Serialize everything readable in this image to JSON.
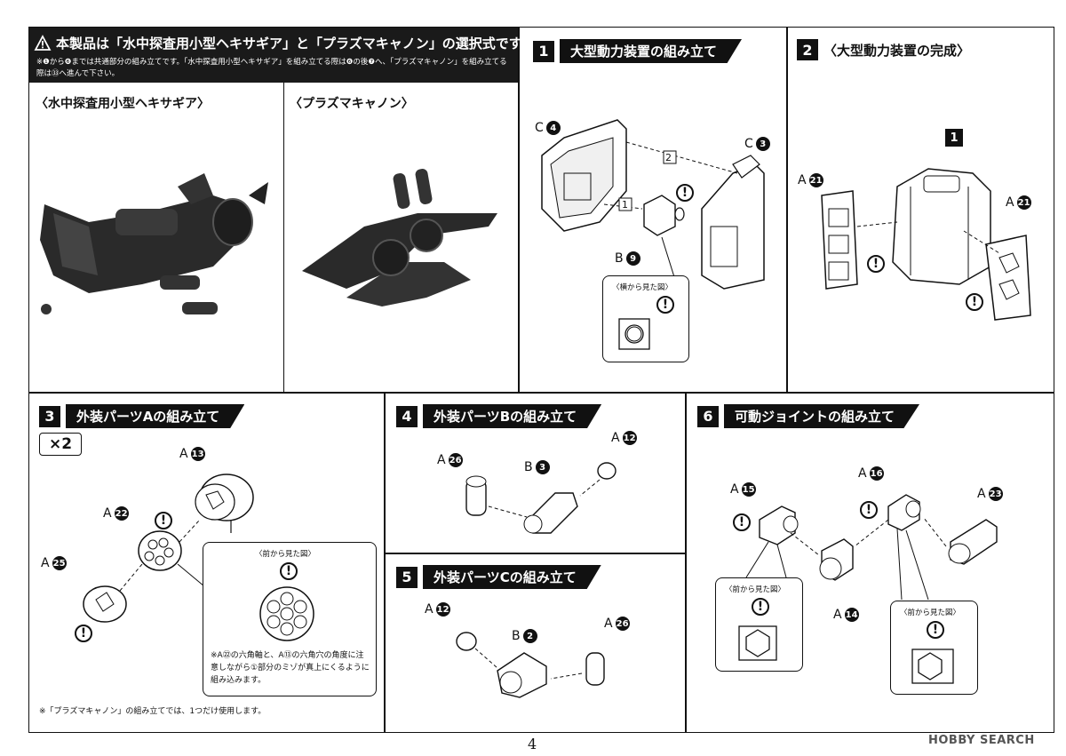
{
  "header": {
    "title": "本製品は「水中探査用小型ヘキサギア」と「プラズマキャノン」の選択式です。",
    "note": "※❶から❻までは共通部分の組み立てです。「水中探査用小型ヘキサギア」を組み立てる際は❻の後❼へ、「プラズマキャノン」を組み立てる際は㉝へ進んで下さい。"
  },
  "variants": {
    "left_label": "〈水中探査用小型ヘキサギア〉",
    "right_label": "〈プラズマキャノン〉"
  },
  "steps": [
    {
      "num": "1",
      "title": "大型動力装置の組み立て"
    },
    {
      "num": "2",
      "title": "〈大型動力装置の完成〉"
    },
    {
      "num": "3",
      "title": "外装パーツAの組み立て"
    },
    {
      "num": "4",
      "title": "外装パーツBの組み立て"
    },
    {
      "num": "5",
      "title": "外装パーツCの組み立て"
    },
    {
      "num": "6",
      "title": "可動ジョイントの組み立て"
    }
  ],
  "step1": {
    "parts": [
      {
        "runner": "C",
        "num": "4"
      },
      {
        "runner": "C",
        "num": "3"
      },
      {
        "runner": "B",
        "num": "9"
      }
    ],
    "order_a": "1",
    "order_b": "2",
    "inset_title": "〈横から見た図〉"
  },
  "step2": {
    "center_badge": "1",
    "parts": [
      {
        "runner": "A",
        "num": "21"
      },
      {
        "runner": "A",
        "num": "21"
      }
    ]
  },
  "step3": {
    "multiplier": "×2",
    "parts": [
      {
        "runner": "A",
        "num": "13"
      },
      {
        "runner": "A",
        "num": "22"
      },
      {
        "runner": "A",
        "num": "25"
      }
    ],
    "inset_title": "〈前から見た図〉",
    "inset_note": "※A㉒の六角軸と、A⑬の六角穴の角度に注意しながら①部分のミゾが真上にくるように組み込みます。",
    "footer_note": "※「プラズマキャノン」の組み立てでは、1つだけ使用します。"
  },
  "step4": {
    "parts": [
      {
        "runner": "A",
        "num": "26"
      },
      {
        "runner": "B",
        "num": "3"
      },
      {
        "runner": "A",
        "num": "12"
      }
    ]
  },
  "step5": {
    "parts": [
      {
        "runner": "A",
        "num": "12"
      },
      {
        "runner": "B",
        "num": "2"
      },
      {
        "runner": "A",
        "num": "26"
      }
    ]
  },
  "step6": {
    "parts": [
      {
        "runner": "A",
        "num": "15"
      },
      {
        "runner": "A",
        "num": "16"
      },
      {
        "runner": "A",
        "num": "23"
      },
      {
        "runner": "A",
        "num": "14"
      }
    ],
    "inset_left_title": "〈前から見た図〉",
    "inset_right_title": "〈前から見た図〉"
  },
  "caution_symbol": "!",
  "page_number": "4",
  "watermark": "HOBBY SEARCH"
}
